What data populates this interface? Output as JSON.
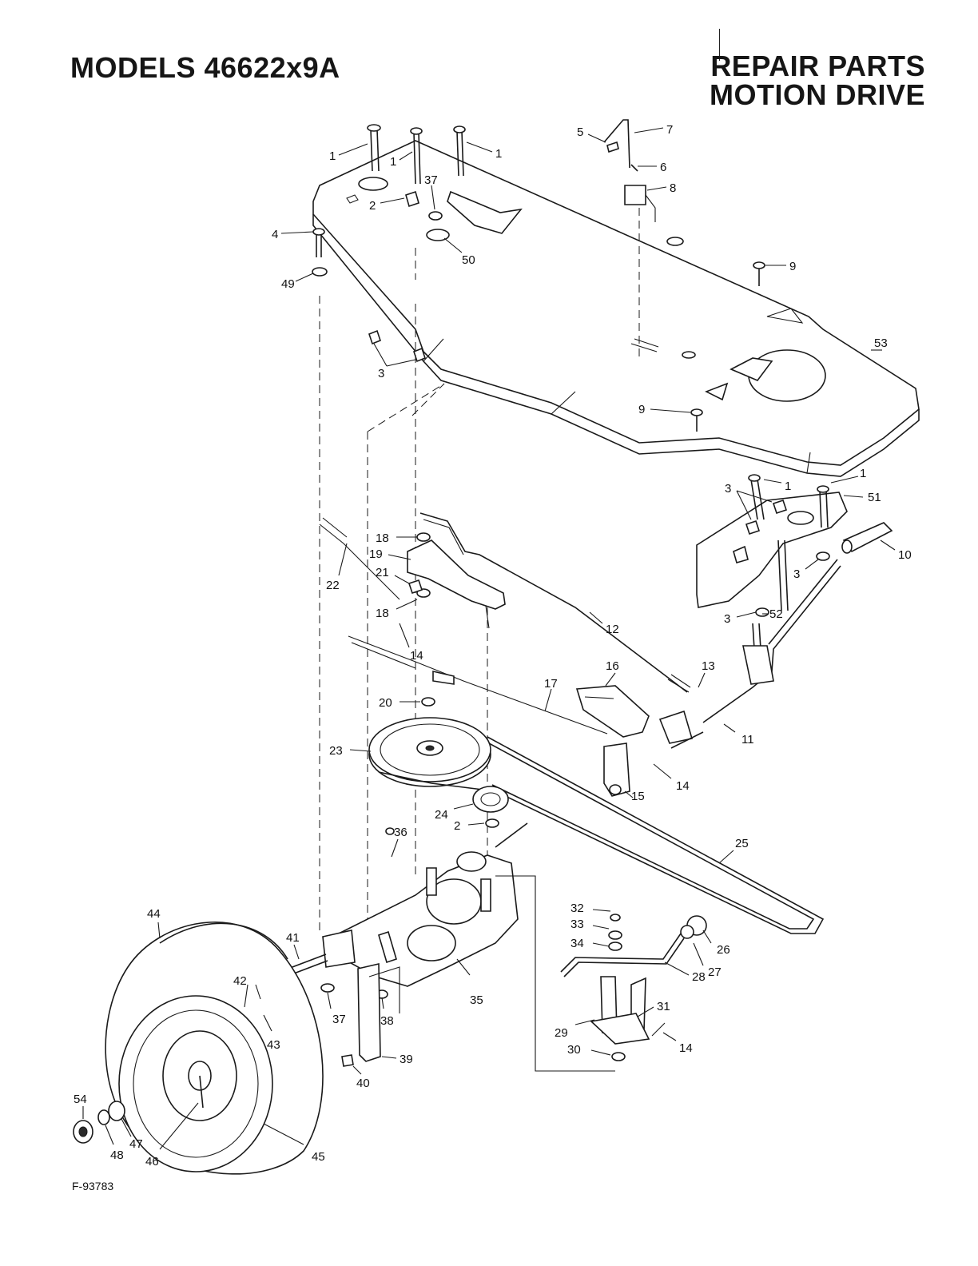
{
  "header": {
    "models": "MODELS 46622x9A",
    "title_line1": "REPAIR PARTS",
    "title_line2": "MOTION DRIVE"
  },
  "footer": {
    "figure_code": "F-93783"
  },
  "callouts": [
    "1",
    "1",
    "1",
    "2",
    "37",
    "4",
    "50",
    "49",
    "3",
    "5",
    "7",
    "6",
    "8",
    "9",
    "53",
    "9",
    "1",
    "3",
    "1",
    "51",
    "10",
    "3",
    "3",
    "52",
    "18",
    "19",
    "21",
    "22",
    "18",
    "12",
    "14",
    "13",
    "16",
    "17",
    "20",
    "11",
    "23",
    "14",
    "15",
    "24",
    "2",
    "25",
    "36",
    "32",
    "33",
    "26",
    "34",
    "27",
    "28",
    "44",
    "41",
    "42",
    "43",
    "37",
    "38",
    "35",
    "31",
    "29",
    "14",
    "30",
    "39",
    "40",
    "54",
    "47",
    "48",
    "46",
    "45"
  ]
}
